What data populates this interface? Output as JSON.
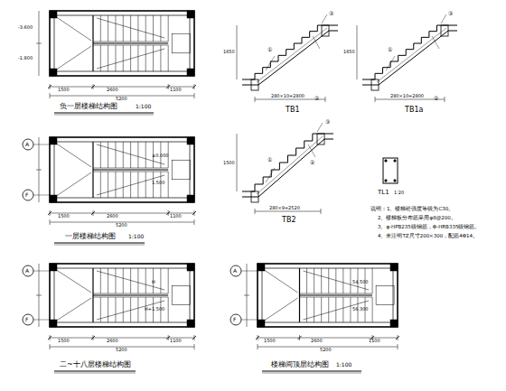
{
  "diagram": {
    "labels": [
      "负一层楼梯结构图",
      "1:100",
      "一层楼梯结构图",
      "1:100",
      "二~十八层楼梯结构图",
      "楼梯间顶层结构图",
      "1:100",
      "TB1",
      "TB1a",
      "TB2",
      "TL1",
      "1:20",
      "说明：1、楼梯砼强度等级为C30。",
      "2、楼梯板分布筋采用φ8@200。",
      "3、φ-HPB235级钢筋，Φ-HRB335级钢筋。",
      "4、未注明TZ尺寸200×300，配筋4Φ14。",
      "1500",
      "2600",
      "1100",
      "5200",
      "-3.600",
      "-1.800",
      "1500",
      "2600",
      "1100",
      "5200",
      "±0.000",
      "1.500",
      "A",
      "F",
      "1500",
      "2600",
      "1100",
      "5200",
      "H",
      "H+1.500",
      "A",
      "F",
      "1500",
      "2600",
      "1100",
      "5200",
      "54.500",
      "56.300",
      "A",
      "F",
      "1650",
      "280×10=2800",
      "1650",
      "280×10=2800",
      "1500",
      "280×9=2520",
      "①",
      "②",
      "③",
      "①",
      "②",
      "③",
      "①",
      "②",
      "③"
    ]
  }
}
